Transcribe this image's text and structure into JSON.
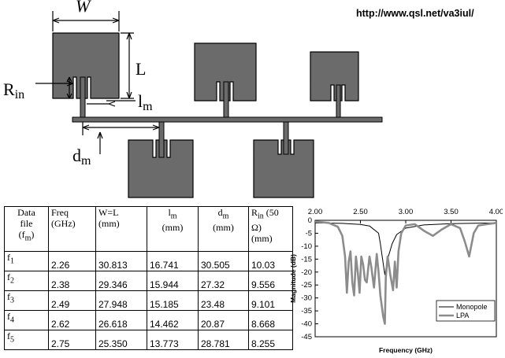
{
  "url": "http://www.qsl.net/va3iul/",
  "diagram": {
    "label_w": "W",
    "label_l": "L",
    "label_rin": "R",
    "label_rin_sub": "in",
    "label_lm": "l",
    "label_lm_sub": "m",
    "label_dm": "d",
    "label_dm_sub": "m"
  },
  "table": {
    "headers": [
      [
        "Data",
        "file",
        "(f",
        "m",
        ")"
      ],
      [
        "Freq",
        "(GHz)"
      ],
      [
        "W=L",
        "(mm)"
      ],
      [
        "l",
        "m",
        "(mm)"
      ],
      [
        "d",
        "m",
        "(mm)"
      ],
      [
        "R",
        "in",
        " (50",
        "Ω)",
        "(mm)"
      ]
    ],
    "rows": [
      {
        "file": "f",
        "sub": "1",
        "freq": "2.26",
        "wl": "30.813",
        "lm": "16.741",
        "dm": "30.505",
        "rin": "10.03"
      },
      {
        "file": "f",
        "sub": "2",
        "freq": "2.38",
        "wl": "29.346",
        "lm": "15.944",
        "dm": "27.32",
        "rin": "9.556"
      },
      {
        "file": "f",
        "sub": "3",
        "freq": "2.49",
        "wl": "27.948",
        "lm": "15.185",
        "dm": "23.48",
        "rin": "9.101"
      },
      {
        "file": "f",
        "sub": "4",
        "freq": "2.62",
        "wl": "26.618",
        "lm": "14.462",
        "dm": "20.87",
        "rin": "8.668"
      },
      {
        "file": "f",
        "sub": "5",
        "freq": "2.75",
        "wl": "25.350",
        "lm": "13.773",
        "dm": "28.781",
        "rin": "8.255"
      }
    ]
  },
  "chart_data": {
    "type": "line",
    "xlabel": "Frequency (GHz)",
    "ylabel": "Magnitude (dB)",
    "xlim": [
      2.0,
      4.0
    ],
    "ylim": [
      -45,
      0
    ],
    "x_ticks": [
      "2.00",
      "2.50",
      "3.00",
      "3.50",
      "4.00"
    ],
    "y_ticks": [
      "0",
      "-5",
      "-10",
      "-15",
      "-20",
      "-25",
      "-30",
      "-35",
      "-40",
      "-45"
    ],
    "x_axis_position": "top",
    "grid": false,
    "legend_position": "bottom-right",
    "series": [
      {
        "name": "Monopole",
        "color": "#000000",
        "x": [
          2.0,
          2.3,
          2.5,
          2.6,
          2.7,
          2.72,
          2.74,
          2.77,
          2.8,
          2.85,
          2.9,
          3.0,
          3.2,
          3.5,
          4.0
        ],
        "y": [
          -1.0,
          -1.2,
          -1.6,
          -2.2,
          -5,
          -9,
          -14,
          -21,
          -15,
          -9,
          -5.5,
          -3,
          -1.8,
          -1.3,
          -1.0
        ]
      },
      {
        "name": "LPA",
        "color": "#8c8c8c",
        "x": [
          2.0,
          2.15,
          2.25,
          2.3,
          2.33,
          2.35,
          2.37,
          2.39,
          2.41,
          2.43,
          2.45,
          2.47,
          2.49,
          2.51,
          2.53,
          2.55,
          2.57,
          2.6,
          2.62,
          2.65,
          2.68,
          2.7,
          2.72,
          2.75,
          2.77,
          2.78,
          2.8,
          2.83,
          2.86,
          2.88,
          2.9,
          2.92,
          2.95,
          3.0,
          3.1,
          3.2,
          3.3,
          3.4,
          3.5,
          3.6,
          3.65,
          3.7,
          3.75,
          3.8,
          3.9,
          4.0
        ],
        "y": [
          -0.5,
          -1.0,
          -2.5,
          -6,
          -14,
          -28,
          -16,
          -12,
          -24,
          -29,
          -14,
          -20,
          -28,
          -14,
          -17,
          -23,
          -24,
          -14,
          -18,
          -26,
          -13,
          -20,
          -29,
          -37,
          -40,
          -22,
          -14,
          -21,
          -27,
          -16,
          -26,
          -12,
          -5,
          -2,
          -1.5,
          -4,
          -6,
          -3.5,
          -1.5,
          -3,
          -8,
          -14,
          -5,
          -2,
          -1.5,
          -1.0
        ]
      }
    ]
  }
}
